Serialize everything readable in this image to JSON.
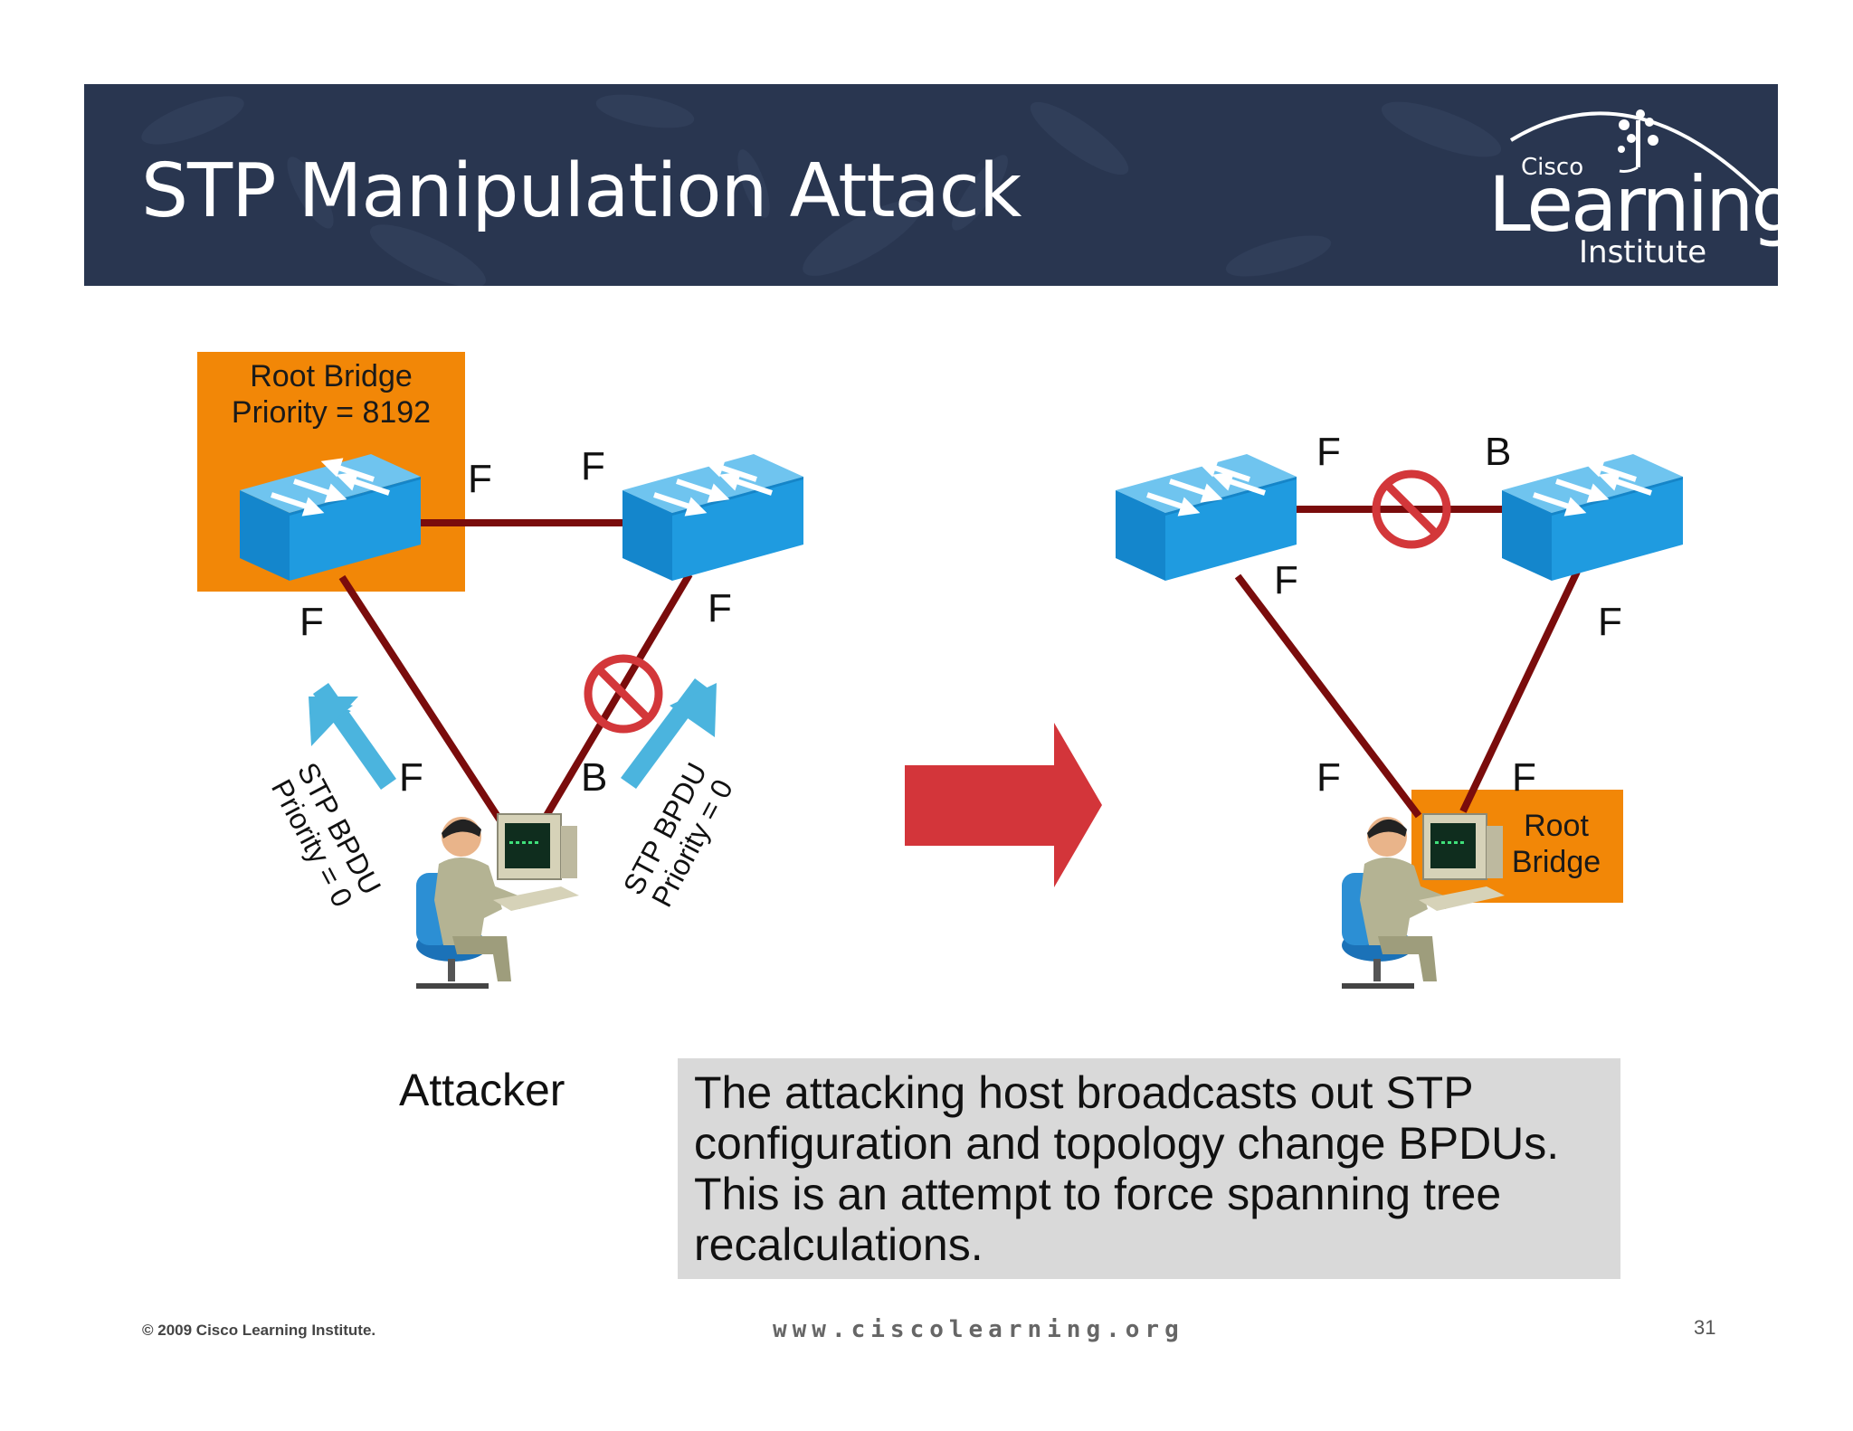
{
  "slide": {
    "title": "STP Manipulation Attack",
    "logo": {
      "brand": "Cisco",
      "word": "Learning",
      "sub": "Institute"
    }
  },
  "left_diagram": {
    "root_box_line1": "Root Bridge",
    "root_box_line2": "Priority = 8192",
    "ports": {
      "p1": "F",
      "p2": "F",
      "p3": "F",
      "p4": "F",
      "p5": "F",
      "p6": "B"
    },
    "bpdu_left_line1": "STP BPDU",
    "bpdu_left_line2": "Priority = 0",
    "bpdu_right_line1": "STP BPDU",
    "bpdu_right_line2": "Priority = 0",
    "attacker_label": "Attacker"
  },
  "right_diagram": {
    "ports": {
      "p1": "F",
      "p2": "B",
      "p3": "F",
      "p4": "F",
      "p5": "F",
      "p6": "F"
    },
    "root_box_line1": "Root",
    "root_box_line2": "Bridge"
  },
  "callout": {
    "line1": "The attacking host broadcasts out STP",
    "line2": "configuration and topology change BPDUs.",
    "line3": "This is an attempt to force spanning tree",
    "line4": "recalculations."
  },
  "footer": {
    "copyright": "© 2009 Cisco Learning Institute.",
    "url": "www.ciscolearning.org",
    "page": "31"
  },
  "colors": {
    "header_bg": "#293650",
    "root_bridge": "#f28707",
    "link": "#7a0c0c",
    "switch_top": "#1f9be0",
    "switch_side": "#0c6fb0",
    "bpdu_arrow": "#4bb4de",
    "block_sign": "#d3373a",
    "transition_arrow": "#d3353a",
    "callout_bg": "#d9d9d9"
  },
  "icons": [
    "switch-icon",
    "block-sign-icon",
    "attacker-workstation-icon",
    "bpdu-arrow-icon",
    "transition-arrow-icon",
    "tree-logo-icon"
  ]
}
